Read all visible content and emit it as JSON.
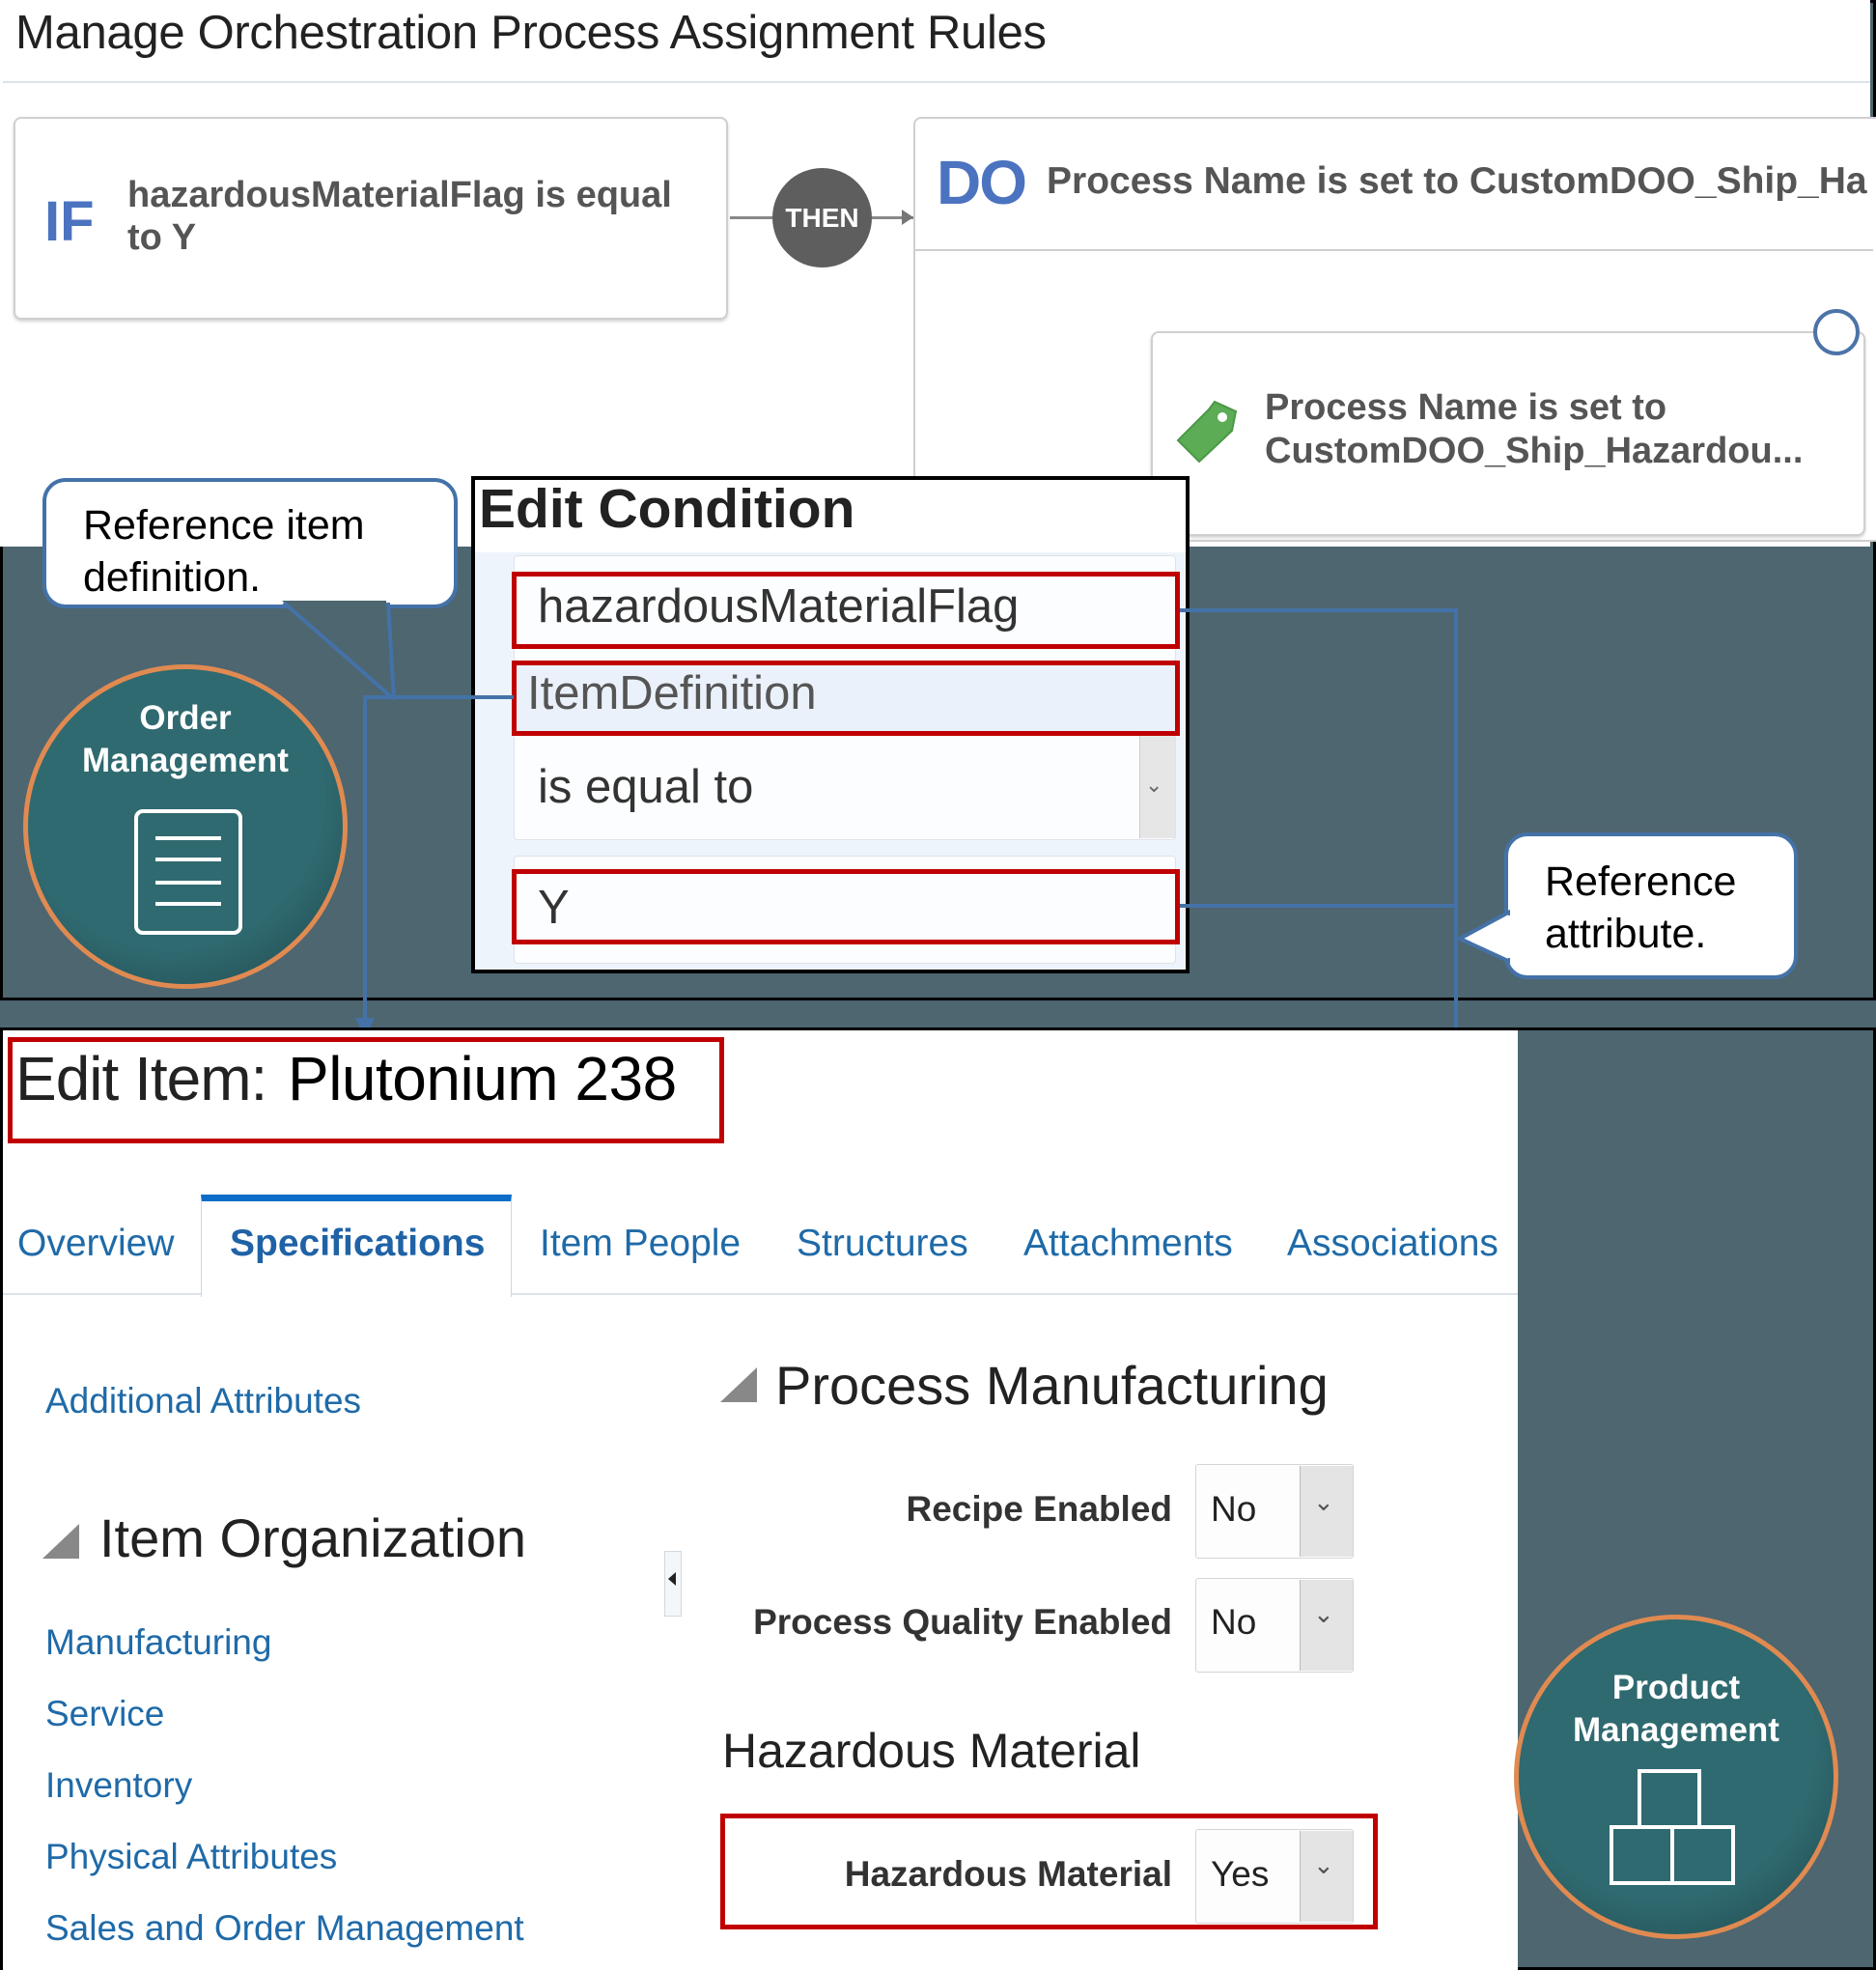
{
  "rules_page": {
    "title": "Manage Orchestration Process Assignment Rules",
    "if_card": {
      "keyword": "IF",
      "condition": "hazardousMaterialFlag is equal to Y"
    },
    "connector_label": "THEN",
    "do_card": {
      "keyword": "DO",
      "summary": "Process Name is set to CustomDOO_Ship_Ha",
      "action": {
        "icon": "tag-icon",
        "text": "Process Name is set to CustomDOO_Ship_Hazardou..."
      }
    }
  },
  "edit_condition": {
    "title": "Edit Condition",
    "attribute": "hazardousMaterialFlag",
    "attribute_source": "ItemDefinition",
    "operator": "is equal to",
    "value": "Y"
  },
  "callouts": {
    "item_definition": "Reference item definition.",
    "attribute": "Reference attribute."
  },
  "badges": {
    "order_management": {
      "line1": "Order",
      "line2": "Management",
      "icon": "document-icon"
    },
    "product_management": {
      "line1": "Product",
      "line2": "Management",
      "icon": "boxes-icon"
    }
  },
  "edit_item": {
    "title_prefix": "Edit Item:",
    "item_name": "Plutonium 238",
    "tabs": [
      {
        "label": "Overview",
        "active": false
      },
      {
        "label": "Specifications",
        "active": true
      },
      {
        "label": "Item People",
        "active": false
      },
      {
        "label": "Structures",
        "active": false
      },
      {
        "label": "Attachments",
        "active": false
      },
      {
        "label": "Associations",
        "active": false
      }
    ],
    "left_nav": {
      "additional_attributes": "Additional Attributes",
      "section_title": "Item Organization",
      "links": [
        "Manufacturing",
        "Service",
        "Inventory",
        "Physical Attributes",
        "Sales and Order Management"
      ]
    },
    "process_manufacturing": {
      "section_title": "Process Manufacturing",
      "fields": [
        {
          "label": "Recipe Enabled",
          "value": "No"
        },
        {
          "label": "Process Quality Enabled",
          "value": "No"
        }
      ]
    },
    "hazardous_material": {
      "subheading": "Hazardous Material",
      "field": {
        "label": "Hazardous Material",
        "value": "Yes"
      }
    }
  },
  "colors": {
    "accent_blue": "#4b73c0",
    "link_blue": "#1f6aa8",
    "highlight_red": "#c00000",
    "connector_blue": "#4472a8",
    "background_slate": "#4d6670",
    "badge_teal": "#2f6a70",
    "badge_ring_orange": "#e08a51",
    "tag_green": "#5cab55"
  }
}
